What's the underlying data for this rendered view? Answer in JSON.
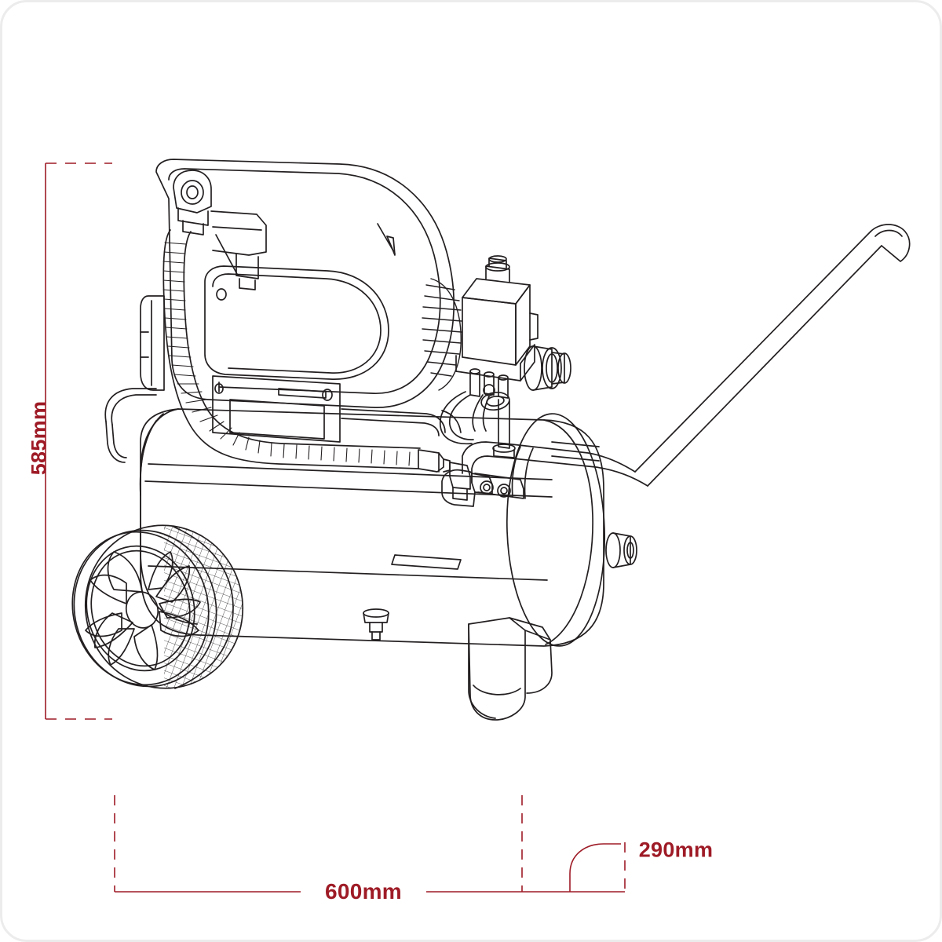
{
  "drawing": {
    "subject": "air-compressor",
    "view": "three-quarter-perspective-line-drawing",
    "background_color": "#ffffff",
    "outline_color": "#231f20",
    "frame_border_color": "#ececec"
  },
  "dimensions": {
    "accent_color": "#9e1b26",
    "height": {
      "label": "585mm",
      "orientation": "vertical",
      "value": 585,
      "unit": "mm"
    },
    "width": {
      "label": "600mm",
      "orientation": "horizontal",
      "value": 600,
      "unit": "mm"
    },
    "depth": {
      "label": "290mm",
      "orientation": "horizontal-leader",
      "value": 290,
      "unit": "mm"
    }
  },
  "parts": {
    "motor_shroud": "motor-shroud",
    "air_filter": "air-filter-housing",
    "corrugated_hose": "corrugated-discharge-hose",
    "pressure_switch": "pressure-switch-box",
    "gauges": "pressure-gauges",
    "tank": "air-receiver-tank",
    "handle": "tubular-push-handle",
    "wheel": "transport-wheel",
    "foot": "rubber-support-foot",
    "drain_valve": "tank-drain-valve",
    "outlet": "air-outlet-fitting",
    "nameplate": "tank-nameplate"
  }
}
